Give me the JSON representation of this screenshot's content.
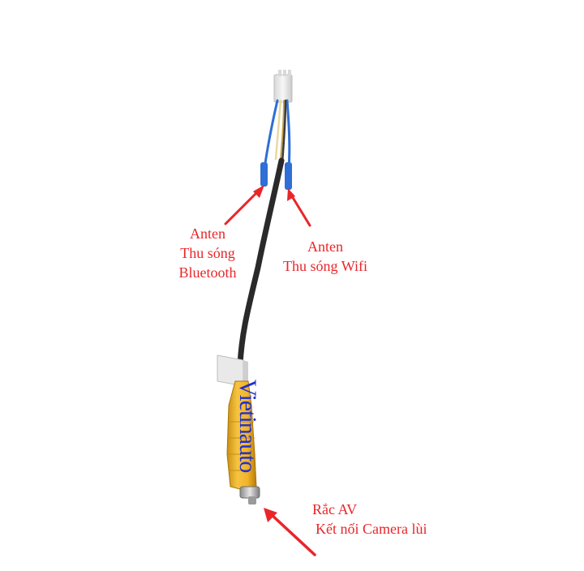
{
  "labels": {
    "bluetooth": {
      "line1": "Anten",
      "line2": "Thu sóng",
      "line3": "Bluetooth"
    },
    "wifi": {
      "line1": "Anten",
      "line2": "Thu sóng Wifi"
    },
    "av": {
      "line1": "Rắc AV",
      "line2": "Kết nối Camera lùi"
    }
  },
  "watermark": "Vietinauto",
  "colors": {
    "annotation": "#e8262a",
    "watermark": "#2030d0",
    "cable": "#2a2a2a",
    "rca_plug": "#f2b328",
    "wire_blue": "#2f6fd6"
  }
}
